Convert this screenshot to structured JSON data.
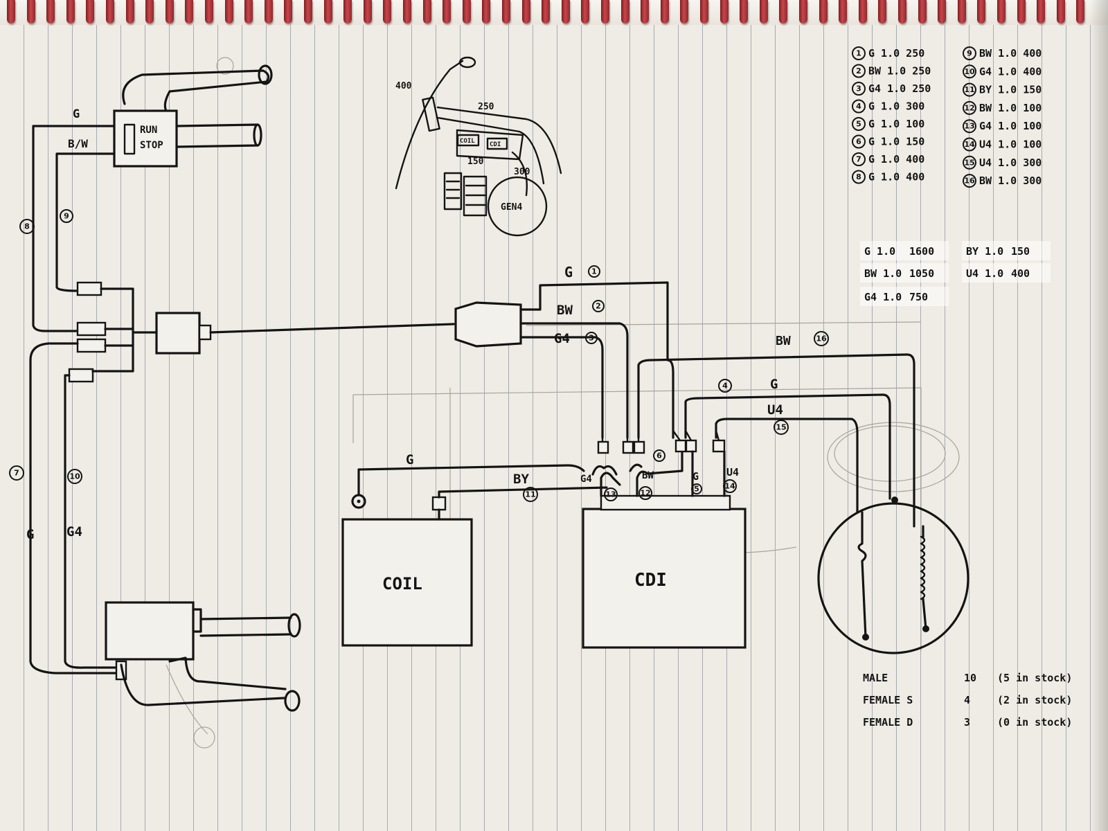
{
  "components": {
    "run_stop": "RUN\nSTOP",
    "coil": "COIL",
    "cdi": "CDI",
    "generator_inset": "GEN4",
    "inset_coil": "COIL",
    "inset_cdi": "CDI"
  },
  "inset_lengths": [
    "400",
    "250",
    "150",
    "300"
  ],
  "wire_labels": {
    "handlebar_g": "G",
    "handlebar_bw": "B/W",
    "left_g": "G",
    "left_g4": "G4",
    "top_g": "G",
    "top_bw": "BW",
    "top_g4": "G4",
    "bw16": "BW",
    "g4": "G",
    "u4_15": "U4",
    "coil_g": "G",
    "by": "BY",
    "g4_13": "G4",
    "bw_12": "BW",
    "g_5": "G",
    "u4_14": "U4"
  },
  "wire_numbers": [
    "1",
    "2",
    "3",
    "4",
    "5",
    "6",
    "7",
    "8",
    "9",
    "10",
    "11",
    "12",
    "13",
    "14",
    "15",
    "16"
  ],
  "wire_list": [
    {
      "n": "1",
      "text": "G 1.0 250"
    },
    {
      "n": "2",
      "text": "BW 1.0 250"
    },
    {
      "n": "3",
      "text": "G4 1.0 250"
    },
    {
      "n": "4",
      "text": "G 1.0 300"
    },
    {
      "n": "5",
      "text": "G 1.0 100"
    },
    {
      "n": "6",
      "text": "G 1.0 150"
    },
    {
      "n": "7",
      "text": "G 1.0 400"
    },
    {
      "n": "8",
      "text": "G 1.0 400"
    },
    {
      "n": "9",
      "text": "BW 1.0 400"
    },
    {
      "n": "10",
      "text": "G4 1.0 400"
    },
    {
      "n": "11",
      "text": "BY 1.0 150"
    },
    {
      "n": "12",
      "text": "BW 1.0 100"
    },
    {
      "n": "13",
      "text": "G4 1.0 100"
    },
    {
      "n": "14",
      "text": "U4 1.0 100"
    },
    {
      "n": "15",
      "text": "U4 1.0 300"
    },
    {
      "n": "16",
      "text": "BW 1.0 300"
    }
  ],
  "totals": [
    {
      "wire": "G 1.0",
      "length": "1600"
    },
    {
      "wire": "BY 1.0",
      "length": "150"
    },
    {
      "wire": "BW 1.0",
      "length": "1050"
    },
    {
      "wire": "U4 1.0",
      "length": "400"
    },
    {
      "wire": "G4 1.0",
      "length": "750"
    }
  ],
  "connectors": [
    {
      "type": "MALE",
      "qty": "10",
      "stock": "(5 in stock)"
    },
    {
      "type": "FEMALE S",
      "qty": "4",
      "stock": "(2 in stock)"
    },
    {
      "type": "FEMALE D",
      "qty": "3",
      "stock": "(0 in stock)"
    }
  ]
}
